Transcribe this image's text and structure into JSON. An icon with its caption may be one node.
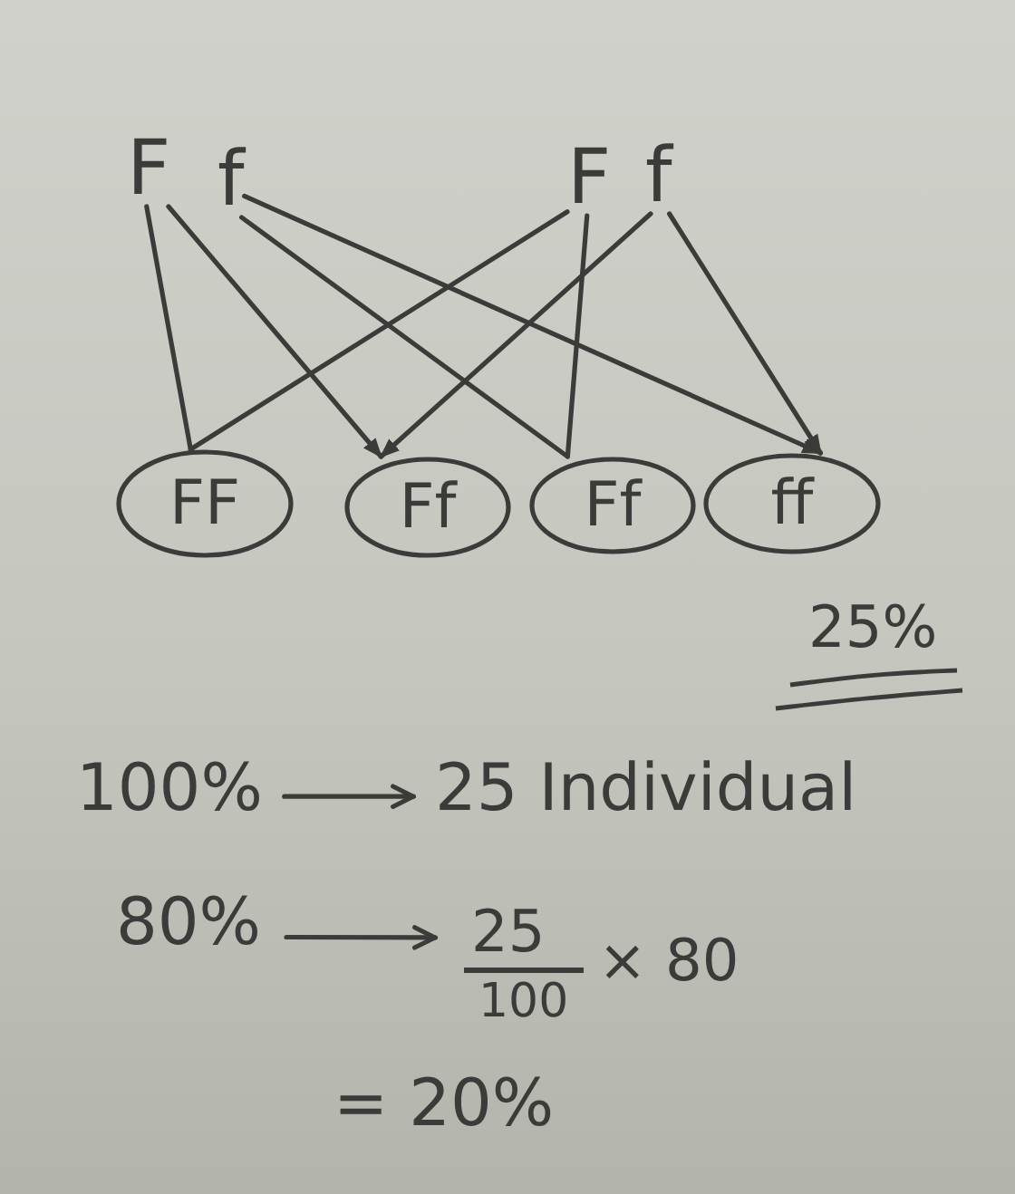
{
  "diagram": {
    "nodes": [
      {
        "text": [
          "F"
        ]
      },
      {
        "text": [
          "f"
        ]
      },
      {
        "text": [
          "F"
        ]
      },
      {
        "text": [
          "f"
        ]
      },
      {
        "text": [
          "FF"
        ]
      },
      {
        "text": [
          "Ff"
        ]
      },
      {
        "text": [
          "Ff"
        ]
      },
      {
        "text": [
          "ff"
        ]
      },
      {
        "text": [
          "100%"
        ]
      },
      {
        "text": [
          "25 Individual"
        ]
      },
      {
        "text": [
          "80%"
        ]
      },
      {
        "text": [
          "25",
          "100",
          "× 80"
        ]
      }
    ],
    "edges": [
      {
        "from": 0,
        "to": 4,
        "arrow": "none"
      },
      {
        "from": 0,
        "to": 5,
        "arrow": "to"
      },
      {
        "from": 1,
        "to": 6,
        "arrow": "none"
      },
      {
        "from": 1,
        "to": 7,
        "arrow": "to"
      },
      {
        "from": 2,
        "to": 4,
        "arrow": "none"
      },
      {
        "from": 2,
        "to": 6,
        "arrow": "none"
      },
      {
        "from": 3,
        "to": 5,
        "arrow": "to"
      },
      {
        "from": 3,
        "to": 7,
        "arrow": "to"
      },
      {
        "from": 8,
        "to": 9,
        "arrow": "to"
      },
      {
        "from": 10,
        "to": 11,
        "arrow": "to"
      }
    ],
    "labels": [
      "25%",
      "= 20%"
    ]
  }
}
